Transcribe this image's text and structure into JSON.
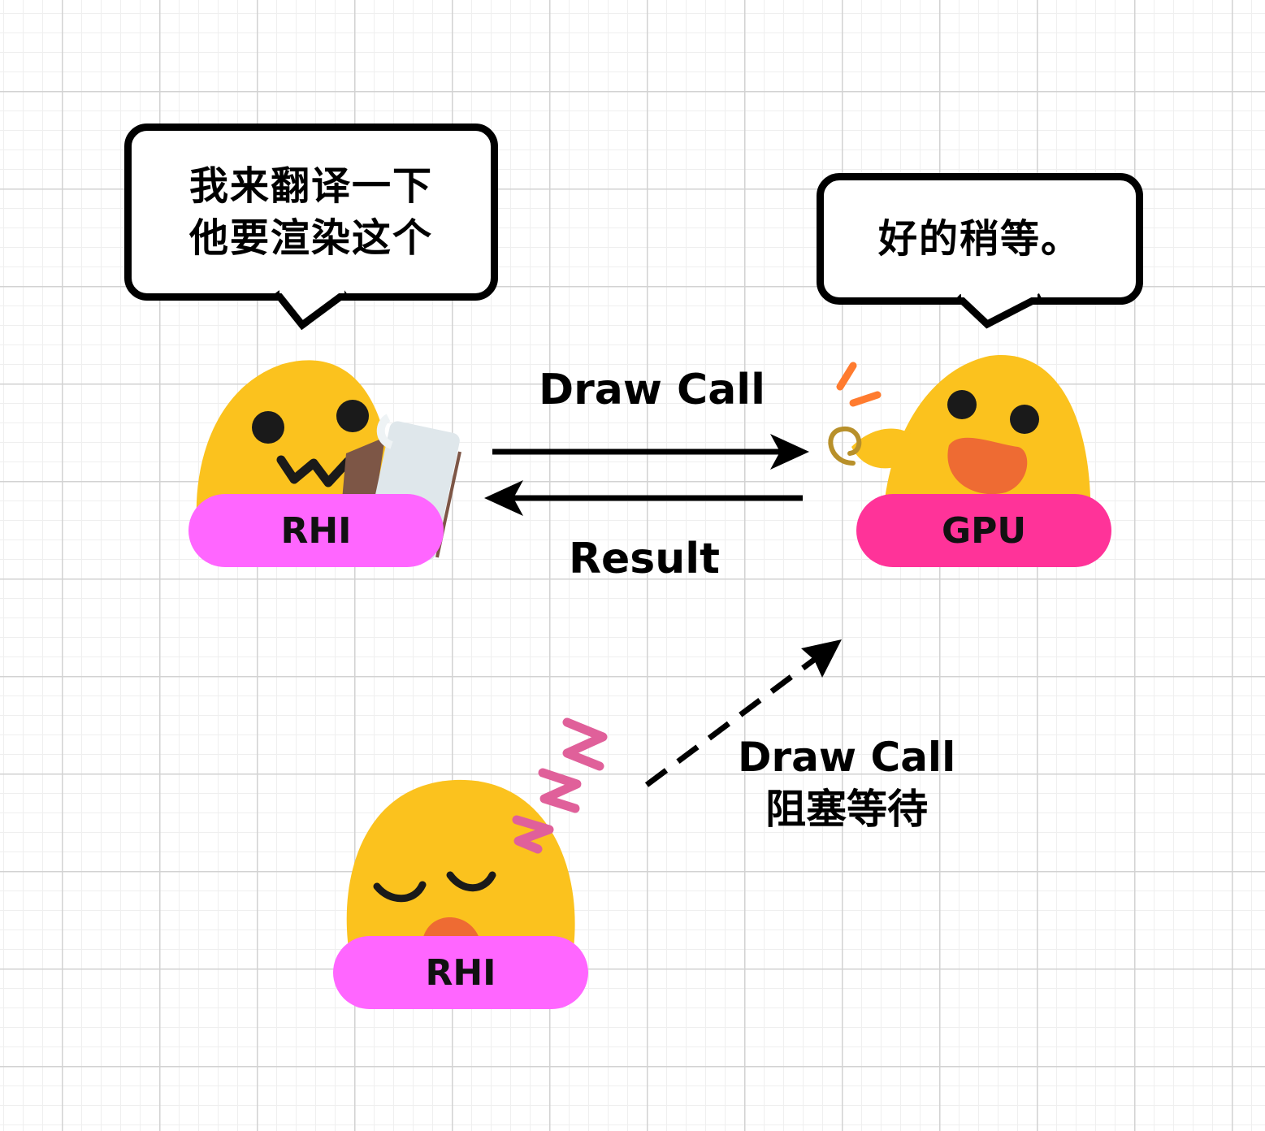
{
  "bubbles": {
    "rhi": {
      "line1": "我来翻译一下",
      "line2": "他要渲染这个"
    },
    "gpu": {
      "text": "好的稍等。"
    }
  },
  "labels": {
    "rhi_top": "RHI",
    "gpu": "GPU",
    "rhi_bottom": "RHI"
  },
  "arrows": {
    "draw_call": "Draw Call",
    "result": "Result",
    "blocking_line1": "Draw Call",
    "blocking_line2": "阻塞等待"
  },
  "colors": {
    "rhi_pill": "#ff66ff",
    "gpu_pill": "#ff3399",
    "emoji_body": "#fbc21e",
    "zzz": "#e0609a"
  }
}
